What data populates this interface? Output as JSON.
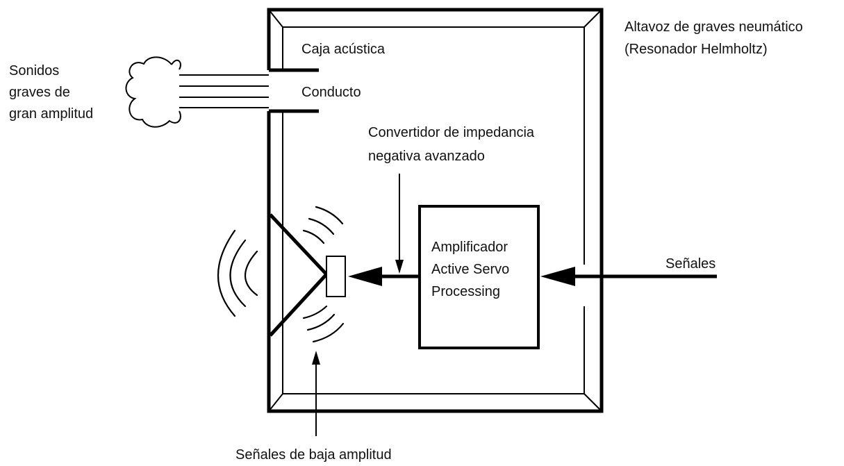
{
  "labels": {
    "sonidos_line1": "Sonidos",
    "sonidos_line2": "graves de",
    "sonidos_line3": "gran amplitud",
    "caja": "Caja acústica",
    "conducto": "Conducto",
    "altavoz_line1": "Altavoz de graves neumático",
    "altavoz_line2": "(Resonador Helmholtz)",
    "convertidor_line1": "Convertidor de impedancia",
    "convertidor_line2": "negativa avanzado",
    "amp_line1": "Amplificador",
    "amp_line2": "Active Servo",
    "amp_line3": "Processing",
    "senales": "Señales",
    "baja": "Señales de baja amplitud"
  },
  "colors": {
    "line": "#000000",
    "text": "#111111",
    "background": "#ffffff"
  }
}
